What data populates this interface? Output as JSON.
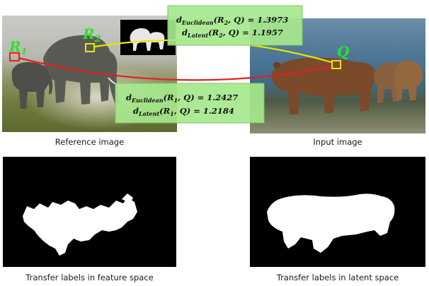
{
  "figure": {
    "reference_caption": "Reference image",
    "input_caption": "Input image",
    "feature_caption": "Transfer labels in feature space",
    "latent_caption": "Transfer labels in latent space"
  },
  "markers": {
    "r1": {
      "label": "R",
      "sub": "1",
      "color": "#e02020"
    },
    "r2": {
      "label": "R",
      "sub": "2",
      "color": "#e8e800"
    },
    "q": {
      "label": "Q",
      "color": "#e8e800"
    }
  },
  "label_color": "#2ee02e",
  "distances": {
    "r2": {
      "euclid_name": "d",
      "euclid_sub": "Euclidean",
      "euclid_args": "(R",
      "euclid_args_sub": "2",
      "euclid_tail": ", Q) = 1.3973",
      "latent_name": "d",
      "latent_sub": "Latent",
      "latent_args": "(R",
      "latent_args_sub": "2",
      "latent_tail": ", Q) = 1.1957"
    },
    "r1": {
      "euclid_name": "d",
      "euclid_sub": "Euclidean",
      "euclid_args": "(R",
      "euclid_args_sub": "1",
      "euclid_tail": ", Q) = 1.2427",
      "latent_name": "d",
      "latent_sub": "Latent",
      "latent_args": "(R",
      "latent_args_sub": "1",
      "latent_tail": ", Q) = 1.2184"
    }
  },
  "box_fill": "#a6e88c",
  "arrow_colors": {
    "r1": "#e02020",
    "r2": "#e8e800"
  }
}
